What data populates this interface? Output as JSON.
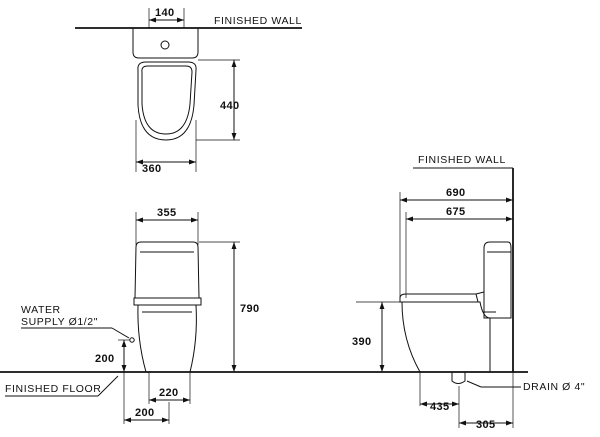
{
  "labels": {
    "finished_wall_top": "FINISHED  WALL",
    "finished_wall_side": "FINISHED  WALL",
    "finished_floor": "FINISHED  FLOOR",
    "water_supply_line1": "WATER",
    "water_supply_line2": "SUPPLY  Ø1/2\"",
    "drain": "DRAIN  Ø  4\""
  },
  "dimensions": {
    "top_inlet_width": "140",
    "top_depth": "440",
    "top_width": "360",
    "front_width": "355",
    "front_height": "790",
    "supply_height": "200",
    "front_base_220": "220",
    "front_base_200": "200",
    "side_depth_690": "690",
    "side_depth_675": "675",
    "side_seat_height": "390",
    "side_435": "435",
    "side_305": "305"
  }
}
